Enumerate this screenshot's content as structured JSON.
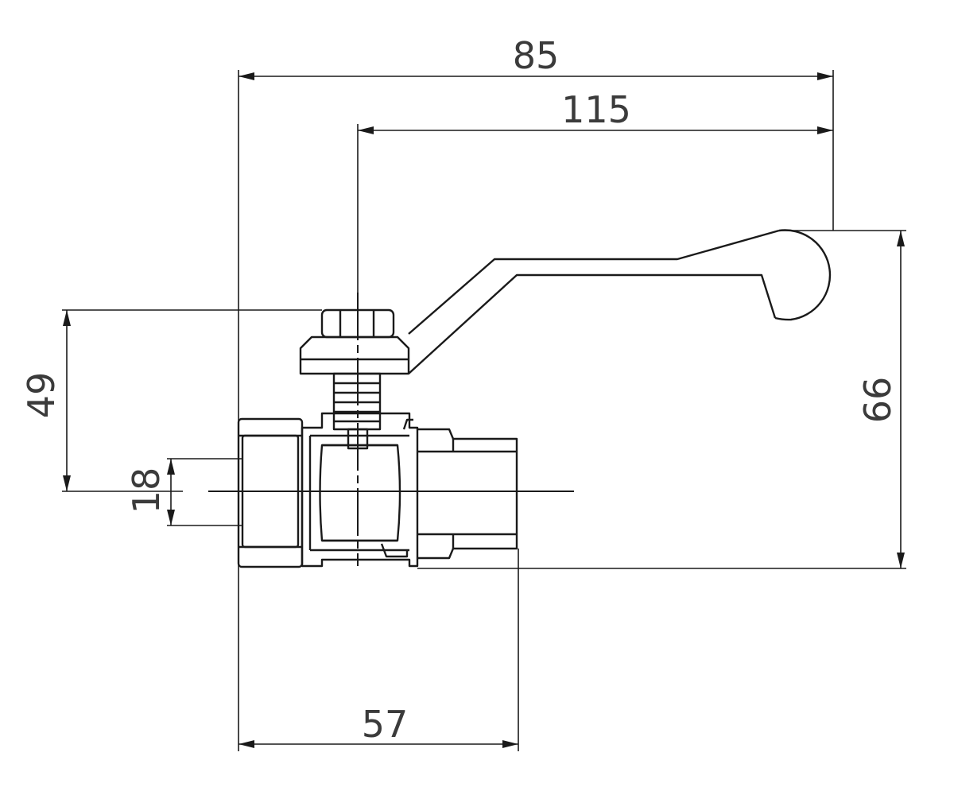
{
  "colors": {
    "line": "#1a1a1a",
    "dimension_text": "#3b3b3b",
    "background": "#ffffff"
  },
  "dimensions": {
    "overall_length": "85",
    "handle_length": "115",
    "handle_height": "66",
    "stem_height": "49",
    "bore_diameter": "18",
    "body_length": "57"
  }
}
